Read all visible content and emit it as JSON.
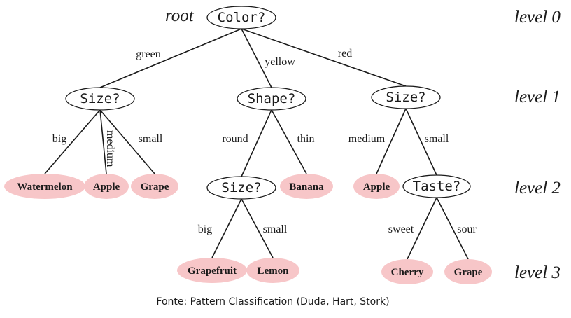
{
  "root_label": "root",
  "levels": [
    "level 0",
    "level 1",
    "level 2",
    "level 3"
  ],
  "caption": "Fonte: Pattern Classification (Duda, Hart, Stork)",
  "colors": {
    "leaf_fill": "#f7c6c8",
    "stroke": "#1a1a1a"
  },
  "nodes": [
    {
      "id": "color",
      "kind": "question",
      "label": "Color?"
    },
    {
      "id": "size1",
      "kind": "question",
      "label": "Size?"
    },
    {
      "id": "shape",
      "kind": "question",
      "label": "Shape?"
    },
    {
      "id": "size2",
      "kind": "question",
      "label": "Size?"
    },
    {
      "id": "watermelon",
      "kind": "leaf",
      "label": "Watermelon"
    },
    {
      "id": "apple1",
      "kind": "leaf",
      "label": "Apple"
    },
    {
      "id": "grape1",
      "kind": "leaf",
      "label": "Grape"
    },
    {
      "id": "size3",
      "kind": "question",
      "label": "Size?"
    },
    {
      "id": "banana",
      "kind": "leaf",
      "label": "Banana"
    },
    {
      "id": "apple2",
      "kind": "leaf",
      "label": "Apple"
    },
    {
      "id": "taste",
      "kind": "question",
      "label": "Taste?"
    },
    {
      "id": "grapefruit",
      "kind": "leaf",
      "label": "Grapefruit"
    },
    {
      "id": "lemon",
      "kind": "leaf",
      "label": "Lemon"
    },
    {
      "id": "cherry",
      "kind": "leaf",
      "label": "Cherry"
    },
    {
      "id": "grape2",
      "kind": "leaf",
      "label": "Grape"
    }
  ],
  "edges": [
    {
      "from": "color",
      "to": "size1",
      "label": "green"
    },
    {
      "from": "color",
      "to": "shape",
      "label": "yellow"
    },
    {
      "from": "color",
      "to": "size2",
      "label": "red"
    },
    {
      "from": "size1",
      "to": "watermelon",
      "label": "big"
    },
    {
      "from": "size1",
      "to": "apple1",
      "label": "medium"
    },
    {
      "from": "size1",
      "to": "grape1",
      "label": "small"
    },
    {
      "from": "shape",
      "to": "size3",
      "label": "round"
    },
    {
      "from": "shape",
      "to": "banana",
      "label": "thin"
    },
    {
      "from": "size2",
      "to": "apple2",
      "label": "medium"
    },
    {
      "from": "size2",
      "to": "taste",
      "label": "small"
    },
    {
      "from": "size3",
      "to": "grapefruit",
      "label": "big"
    },
    {
      "from": "size3",
      "to": "lemon",
      "label": "small"
    },
    {
      "from": "taste",
      "to": "cherry",
      "label": "sweet"
    },
    {
      "from": "taste",
      "to": "grape2",
      "label": "sour"
    }
  ]
}
